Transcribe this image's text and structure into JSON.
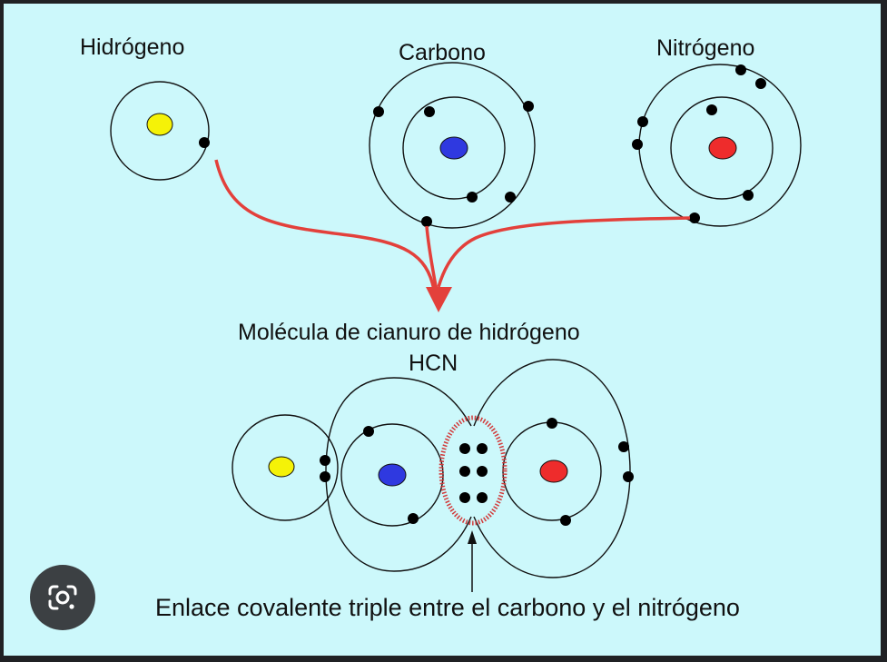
{
  "labels": {
    "hydrogen": "Hidrógeno",
    "carbon": "Carbono",
    "nitrogen": "Nitrógeno",
    "molecule_title": "Molécula de cianuro de hidrógeno",
    "molecule_formula": "HCN",
    "bond_caption": "Enlace covalente triple entre el carbono y el nitrógeno"
  },
  "colors": {
    "background": "#ccf8fb",
    "hydrogen_nucleus": "#f5f207",
    "carbon_nucleus": "#2f39e0",
    "nitrogen_nucleus": "#ee2c2c",
    "arrow": "#e3403b",
    "bond_highlight": "#d23a3a",
    "electron": "#000000"
  },
  "overlay": {
    "lens_icon": "google-lens-icon"
  }
}
